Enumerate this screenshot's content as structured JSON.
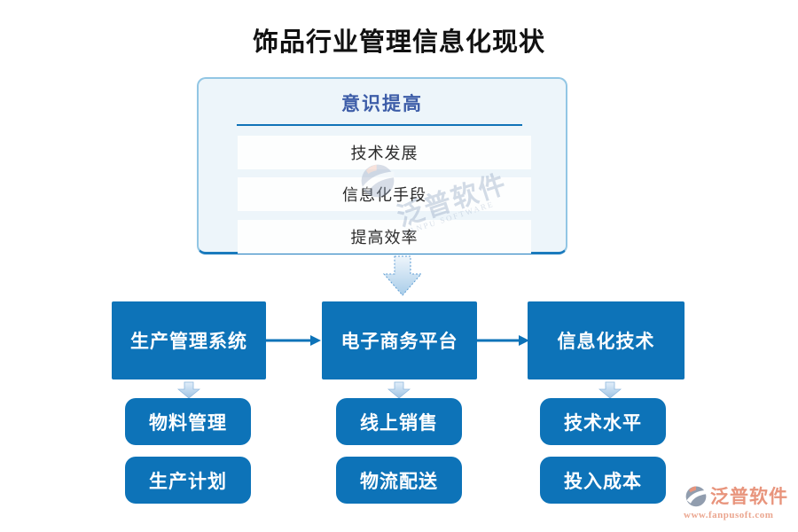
{
  "title": "饰品行业管理信息化现状",
  "top_panel": {
    "header": "意识提高",
    "items": [
      "技术发展",
      "信息化手段",
      "提高效率"
    ]
  },
  "watermark": {
    "text": "泛普软件",
    "subtext": "FANPU SOFTWARE"
  },
  "flow": {
    "columns": [
      {
        "main": "生产管理系统",
        "subs": [
          "物料管理",
          "生产计划"
        ]
      },
      {
        "main": "电子商务平台",
        "subs": [
          "线上销售",
          "物流配送"
        ]
      },
      {
        "main": "信息化技术",
        "subs": [
          "技术水平",
          "投入成本"
        ]
      }
    ]
  },
  "branding": {
    "name": "泛普软件",
    "url": "www.fanpusoft.com"
  },
  "colors": {
    "primary_blue": "#0d73b8",
    "header_text_blue": "#3d5da8",
    "panel_bg": "#edf5fa",
    "panel_border": "#92c6e4",
    "brand_salmon": "#e8947c"
  }
}
